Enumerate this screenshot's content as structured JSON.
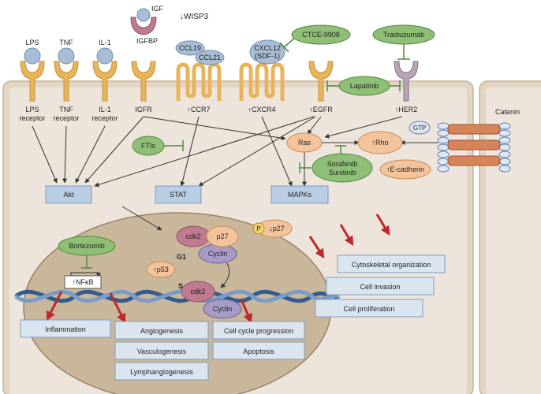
{
  "colors": {
    "membrane": "#e7d8c6",
    "cytoplasm": "#ede5db",
    "membrane_edge": "#c9b29a",
    "receptor_gold": "#e8b45a",
    "receptor_gold_dark": "#c8923a",
    "ligand_blue": "#a9bdd6",
    "drug_green": "#8fbf76",
    "drug_green_edge": "#4f8a3c",
    "box_blue": "#b9cde3",
    "box_blue_edge": "#7d9cc0",
    "nucleus": "#c9b79c",
    "nucleus_edge": "#9c8260",
    "arrow_red": "#c0272d",
    "oval_orange": "#f3c49b",
    "oval_orange_edge": "#c88a55",
    "cdk_pink": "#c07a8f",
    "cyclin_purple": "#a79bc6",
    "her2_grey": "#b7a4b4",
    "dna_blue": "#5b7fae"
  },
  "extracellular": {
    "igf": "IGF",
    "igfbp": "IGFBP",
    "wisp3": "↓WISP3",
    "ccl19": "CCL19",
    "ccl21": "CCL21",
    "cxcl12_line1": "CXCL12",
    "cxcl12_line2": "(SDF-1)"
  },
  "receptors": {
    "lps_top": "LPS",
    "tnf_top": "TNF",
    "il1_top": "IL-1",
    "lps_receptor_1": "LPS",
    "lps_receptor_2": "receptor",
    "tnf_receptor_1": "TNF",
    "tnf_receptor_2": "receptor",
    "il1_receptor_1": "IL-1",
    "il1_receptor_2": "receptor",
    "igfr": "IGFR",
    "ccr7": "↑CCR7",
    "cxcr4": "↑CXCR4",
    "egfr": "↑EGFR",
    "her2": "↑HER2",
    "catenin": "Catenin"
  },
  "drugs": {
    "ctce": "CTCE-9908",
    "trastuzumab": "Trastuzumab",
    "lapatinib": "Lapatinib",
    "ftis": "FTIs",
    "sorafenib": "Sorafenib",
    "sunitinib": "Sunitinib",
    "bortezomib": "Bortezomib"
  },
  "signals": {
    "ras": "Ras",
    "rho": "↑Rho",
    "gtp": "GTP",
    "ecadherin": "↑E-cadherin",
    "akt": "Akt",
    "stat": "STAT",
    "mapks": "MAPKs"
  },
  "nucleus": {
    "cdk2_top": "cdk2",
    "p27_top": "p27",
    "cyclin_top": "Cyclin",
    "g1": "G1",
    "p_label": "P",
    "p27_down": "↓p27",
    "p53": "↑p53",
    "s": "S",
    "cdk2_bottom": "cdk2",
    "cyclin_bottom": "Cyclin",
    "nfkb": "↑NFκB"
  },
  "outcomes": {
    "inflammation": "Inflammation",
    "angiogenesis": "Angiogenesis",
    "vasculogenesis": "Vasculogenesis",
    "lymphangiogenesis": "Lymphangiogenesis",
    "cell_cycle": "Cell cycle progression",
    "apoptosis": "Apoptosis",
    "cytoskeletal": "Cytoskeletal organization",
    "invasion": "Cell invasion",
    "proliferation": "Cell proliferation"
  }
}
